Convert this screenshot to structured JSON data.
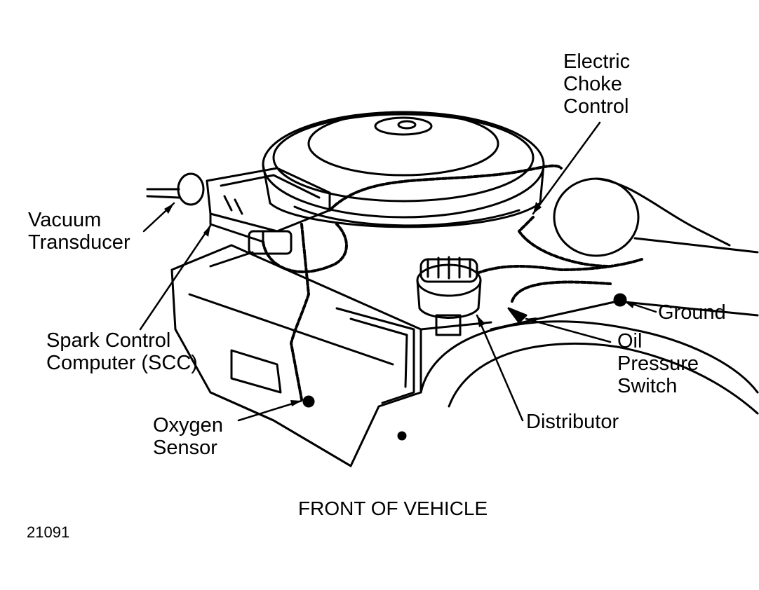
{
  "diagram": {
    "labels": {
      "electric_choke_control": [
        "Electric",
        "Choke",
        "Control"
      ],
      "vacuum_transducer": [
        "Vacuum",
        "Transducer"
      ],
      "spark_control_computer": [
        "Spark Control",
        "Computer (SCC)"
      ],
      "oxygen_sensor": [
        "Oxygen",
        "Sensor"
      ],
      "distributor": "Distributor",
      "oil_pressure_switch": [
        "Oil",
        "Pressure",
        "Switch"
      ],
      "ground": "Ground"
    },
    "caption": "FRONT OF VEHICLE",
    "figure_number": "21091"
  }
}
